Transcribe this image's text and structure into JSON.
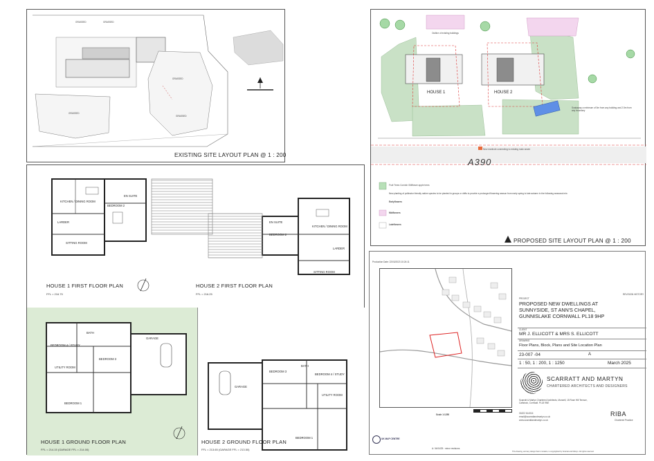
{
  "existing_site": {
    "title": "EXISTING SITE LAYOUT PLAN @ 1 : 200",
    "grass_label": "GRASSED"
  },
  "proposed_site": {
    "title": "PROPOSED SITE LAYOUT PLAN @ 1 : 200",
    "road_label": "A390",
    "house1_label": "HOUSE 1",
    "house2_label": "HOUSE 2",
    "outline_note": "Outline of existing buildings",
    "manhole_note": "New manhole connecting to existing main sewer",
    "soakaway_note": "Soakaway a minimum of 5m from any building and 2.5m from any boundary",
    "legend": [
      {
        "name": "Fruit Trees",
        "text": "Fruit Trees  Cornish Gilliflower apple trees"
      },
      {
        "name": "Planting",
        "text": "New planting of pollinator friendly native species to be planted in groups or drifts to provide a prolonged flowering season from early spring to late autumn in the following seasonal mix:"
      },
      {
        "name": "Earlyflowers",
        "text": "Earlyflowers"
      },
      {
        "name": "Midflowers",
        "text": "Midflowers"
      },
      {
        "name": "Lateflowers",
        "text": "Lateflowers"
      }
    ],
    "north_label": "North"
  },
  "house1_first": {
    "title": "HOUSE 1 FIRST FLOOR PLAN",
    "ffl": "FFL = 216.75",
    "rooms": [
      "KITCHEN / DINING ROOM",
      "BEDROOM 2",
      "EN SUITE",
      "LARDER",
      "SITTING ROOM"
    ]
  },
  "house2_first": {
    "title": "HOUSE 2 FIRST FLOOR PLAN",
    "ffl": "FFL = 216.25",
    "rooms": [
      "KITCHEN / DINING ROOM",
      "BEDROOM 2",
      "EN SUITE",
      "LARDER",
      "SITTING ROOM"
    ]
  },
  "house1_ground": {
    "title": "HOUSE 1 GROUND FLOOR PLAN",
    "ffl": "FFL = 214.15 (GARAGE FFL = 214.00)",
    "rooms": [
      "BEDROOM 4 / STUDY",
      "BATH",
      "BEDROOM 3",
      "UTILITY ROOM",
      "BEDROOM 1",
      "GARAGE"
    ]
  },
  "house2_ground": {
    "title": "HOUSE 2 GROUND FLOOR PLAN",
    "ffl": "FFL = 213.65 (GARAGE FFL = 213.50)",
    "rooms": [
      "BEDROOM 3",
      "BATH",
      "BEDROOM 4 / STUDY",
      "GARAGE",
      "UTILITY ROOM",
      "BEDROOM 1"
    ]
  },
  "location": {
    "scale_label": "Scale 1:1250",
    "production_note": "Production Date: 22/03/2023 10:24:11",
    "map_centre": "UK MAP CENTRE"
  },
  "title_block": {
    "project_label": "PROJECT",
    "project": "PROPOSED NEW DWELLINGS AT SUNNYSIDE, ST ANN'S CHAPEL, GUNNISLAKE CORNWALL PL18 9HP",
    "client_label": "CLIENT",
    "client": "MR J. ELLICOTT & MRS S. ELLICOTT",
    "drawing_label": "DRAWING",
    "drawing": "Floor Plans, Block, Plans and Site Location Plan",
    "drawing_no": "23-007 -04",
    "revision": "A",
    "scale": "1 : 50, 1 : 200, 1 : 1250",
    "date": "March 2025",
    "revision_history_label": "REVISION HISTORY",
    "revision_note": "A: 04/04/25 : minor revisions",
    "company": "SCARRATT AND MARTYN",
    "company_sub": "CHARTERED ARCHITECTS AND DESIGNERS",
    "address": "Scarratt & Martyn Chartered Architects, Morwell, 15 Rose Hill Terrace, Callstock, Cornwall. PL18 9NE",
    "phone": "01822 614016",
    "email": "email@scarrattandmartyn.co.uk",
    "web": "www.scarrattandmartyn.co.uk",
    "riba": "RIBA",
    "riba_sub": "Chartered Practice",
    "copyright": "This drawing, and any design that it contains, is copyrighted by Scarratt and Martyn. All rights reserved."
  }
}
